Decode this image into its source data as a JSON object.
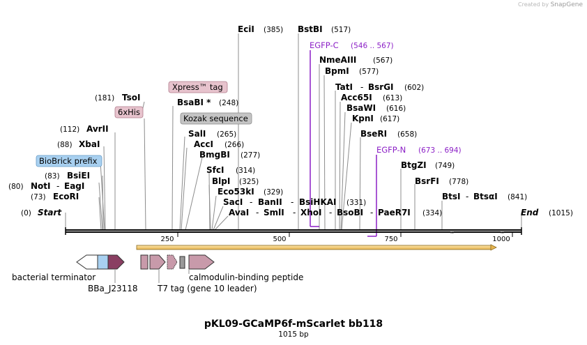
{
  "credit": {
    "prefix": "Created by",
    "brand": "SnapGene"
  },
  "title": "pKL09-GCaMP6f-mScarlet bb118",
  "length_label": "1015 bp",
  "ruler": {
    "ticks": [
      "250",
      "500",
      "750",
      "1000"
    ]
  },
  "colors": {
    "backbone": "#000000",
    "primer": "#8b1fc6",
    "orf_fill": "#f6c463",
    "orf_stroke": "#8a6a20",
    "pink_feature": "#c89aaa",
    "pink_dark": "#8a3f62",
    "blue_feature": "#a8d0f0",
    "gray_feature": "#9a9a9a"
  },
  "sites": [
    {
      "name": "Start",
      "pos": "(0)"
    },
    {
      "name": "EcoRI",
      "pos": "(73)"
    },
    {
      "name": "NotI",
      "name2": "EagI",
      "pos": "(80)"
    },
    {
      "name": "BsiEI",
      "pos": "(83)"
    },
    {
      "name": "XbaI",
      "pos": "(88)"
    },
    {
      "name": "AvrII",
      "pos": "(112)"
    },
    {
      "name": "TsoI",
      "pos": "(181)"
    },
    {
      "name": "BsaBI *",
      "pos": "(248)"
    },
    {
      "name": "SalI",
      "pos": "(265)"
    },
    {
      "name": "AccI",
      "pos": "(266)"
    },
    {
      "name": "BmgBI",
      "pos": "(277)"
    },
    {
      "name": "SfcI",
      "pos": "(314)"
    },
    {
      "name": "BlpI",
      "pos": "(325)"
    },
    {
      "name": "Eco53kI",
      "pos": "(329)"
    },
    {
      "name": "SacI",
      "name2": "BanII",
      "name3": "BsiHKAI",
      "pos": "(331)"
    },
    {
      "name": "AvaI",
      "name2": "SmlI",
      "name3": "XhoI",
      "name4": "BsoBI",
      "name5": "PaeR7I",
      "pos": "(334)"
    },
    {
      "name": "EciI",
      "pos": "(385)"
    },
    {
      "name": "BstBI",
      "pos": "(517)"
    },
    {
      "name": "NmeAIII",
      "pos": "(567)"
    },
    {
      "name": "BpmI",
      "pos": "(577)"
    },
    {
      "name": "TatI",
      "name2": "BsrGI",
      "pos": "(602)"
    },
    {
      "name": "Acc65I",
      "pos": "(613)"
    },
    {
      "name": "BsaWI",
      "pos": "(616)"
    },
    {
      "name": "KpnI",
      "pos": "(617)"
    },
    {
      "name": "BseRI",
      "pos": "(658)"
    },
    {
      "name": "BtgZI",
      "pos": "(749)"
    },
    {
      "name": "BsrFI",
      "pos": "(778)"
    },
    {
      "name": "BtsI",
      "name2": "BtsαI",
      "pos": "(841)"
    },
    {
      "name": "End",
      "pos": "(1015)"
    }
  ],
  "primers": [
    {
      "name": "EGFP-C",
      "range": "(546 .. 567)"
    },
    {
      "name": "EGFP-N",
      "range": "(673 .. 694)"
    }
  ],
  "boxed_features": [
    {
      "name": "Xpress™ tag"
    },
    {
      "name": "6xHis"
    },
    {
      "name": "Kozak sequence"
    },
    {
      "name": "BioBrick prefix"
    }
  ],
  "feature_labels": [
    {
      "name": "bacterial terminator"
    },
    {
      "name": "BBa_J23118"
    },
    {
      "name": "T7 tag (gene 10 leader)"
    },
    {
      "name": "calmodulin-binding peptide"
    }
  ]
}
